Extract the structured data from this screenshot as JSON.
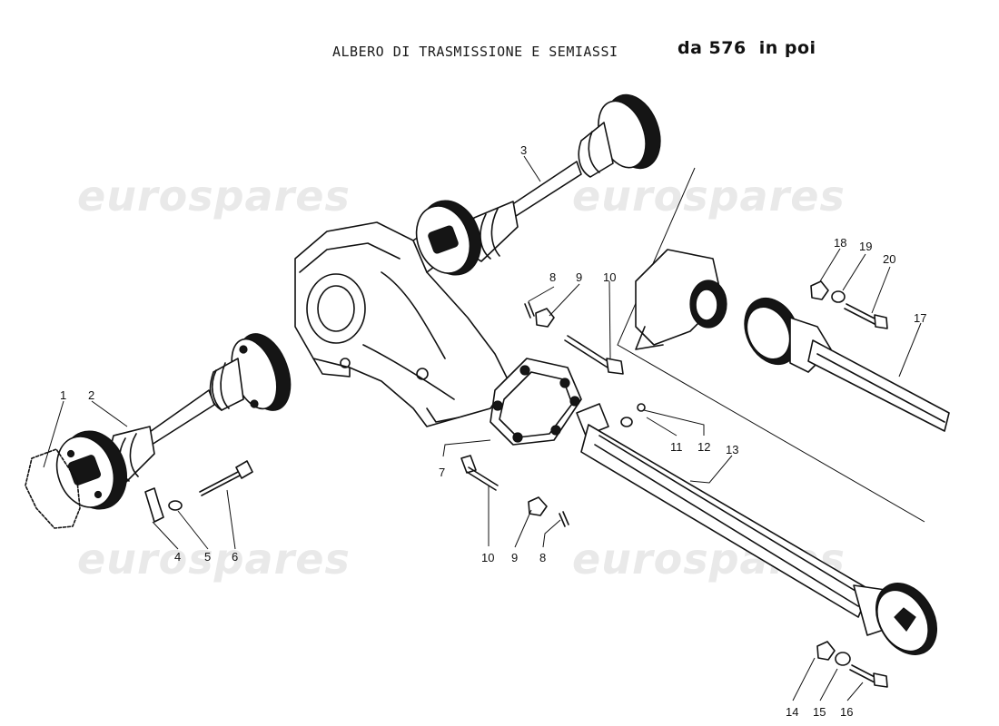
{
  "header": {
    "title": "ALBERO DI TRASMISSIONE E SEMIASSI",
    "series_prefix": "da 576",
    "series_suffix": "in poi"
  },
  "watermarks": [
    "eurospares",
    "eurospares",
    "eurospares",
    "eurospares"
  ],
  "callouts": [
    "1",
    "2",
    "3",
    "4",
    "5",
    "6",
    "7",
    "8",
    "8",
    "9",
    "9",
    "10",
    "10",
    "11",
    "12",
    "13",
    "14",
    "15",
    "16",
    "17",
    "18",
    "19",
    "20"
  ],
  "colors": {
    "ink": "#111111",
    "watermark": "#e9e9e9",
    "background": "#ffffff"
  }
}
